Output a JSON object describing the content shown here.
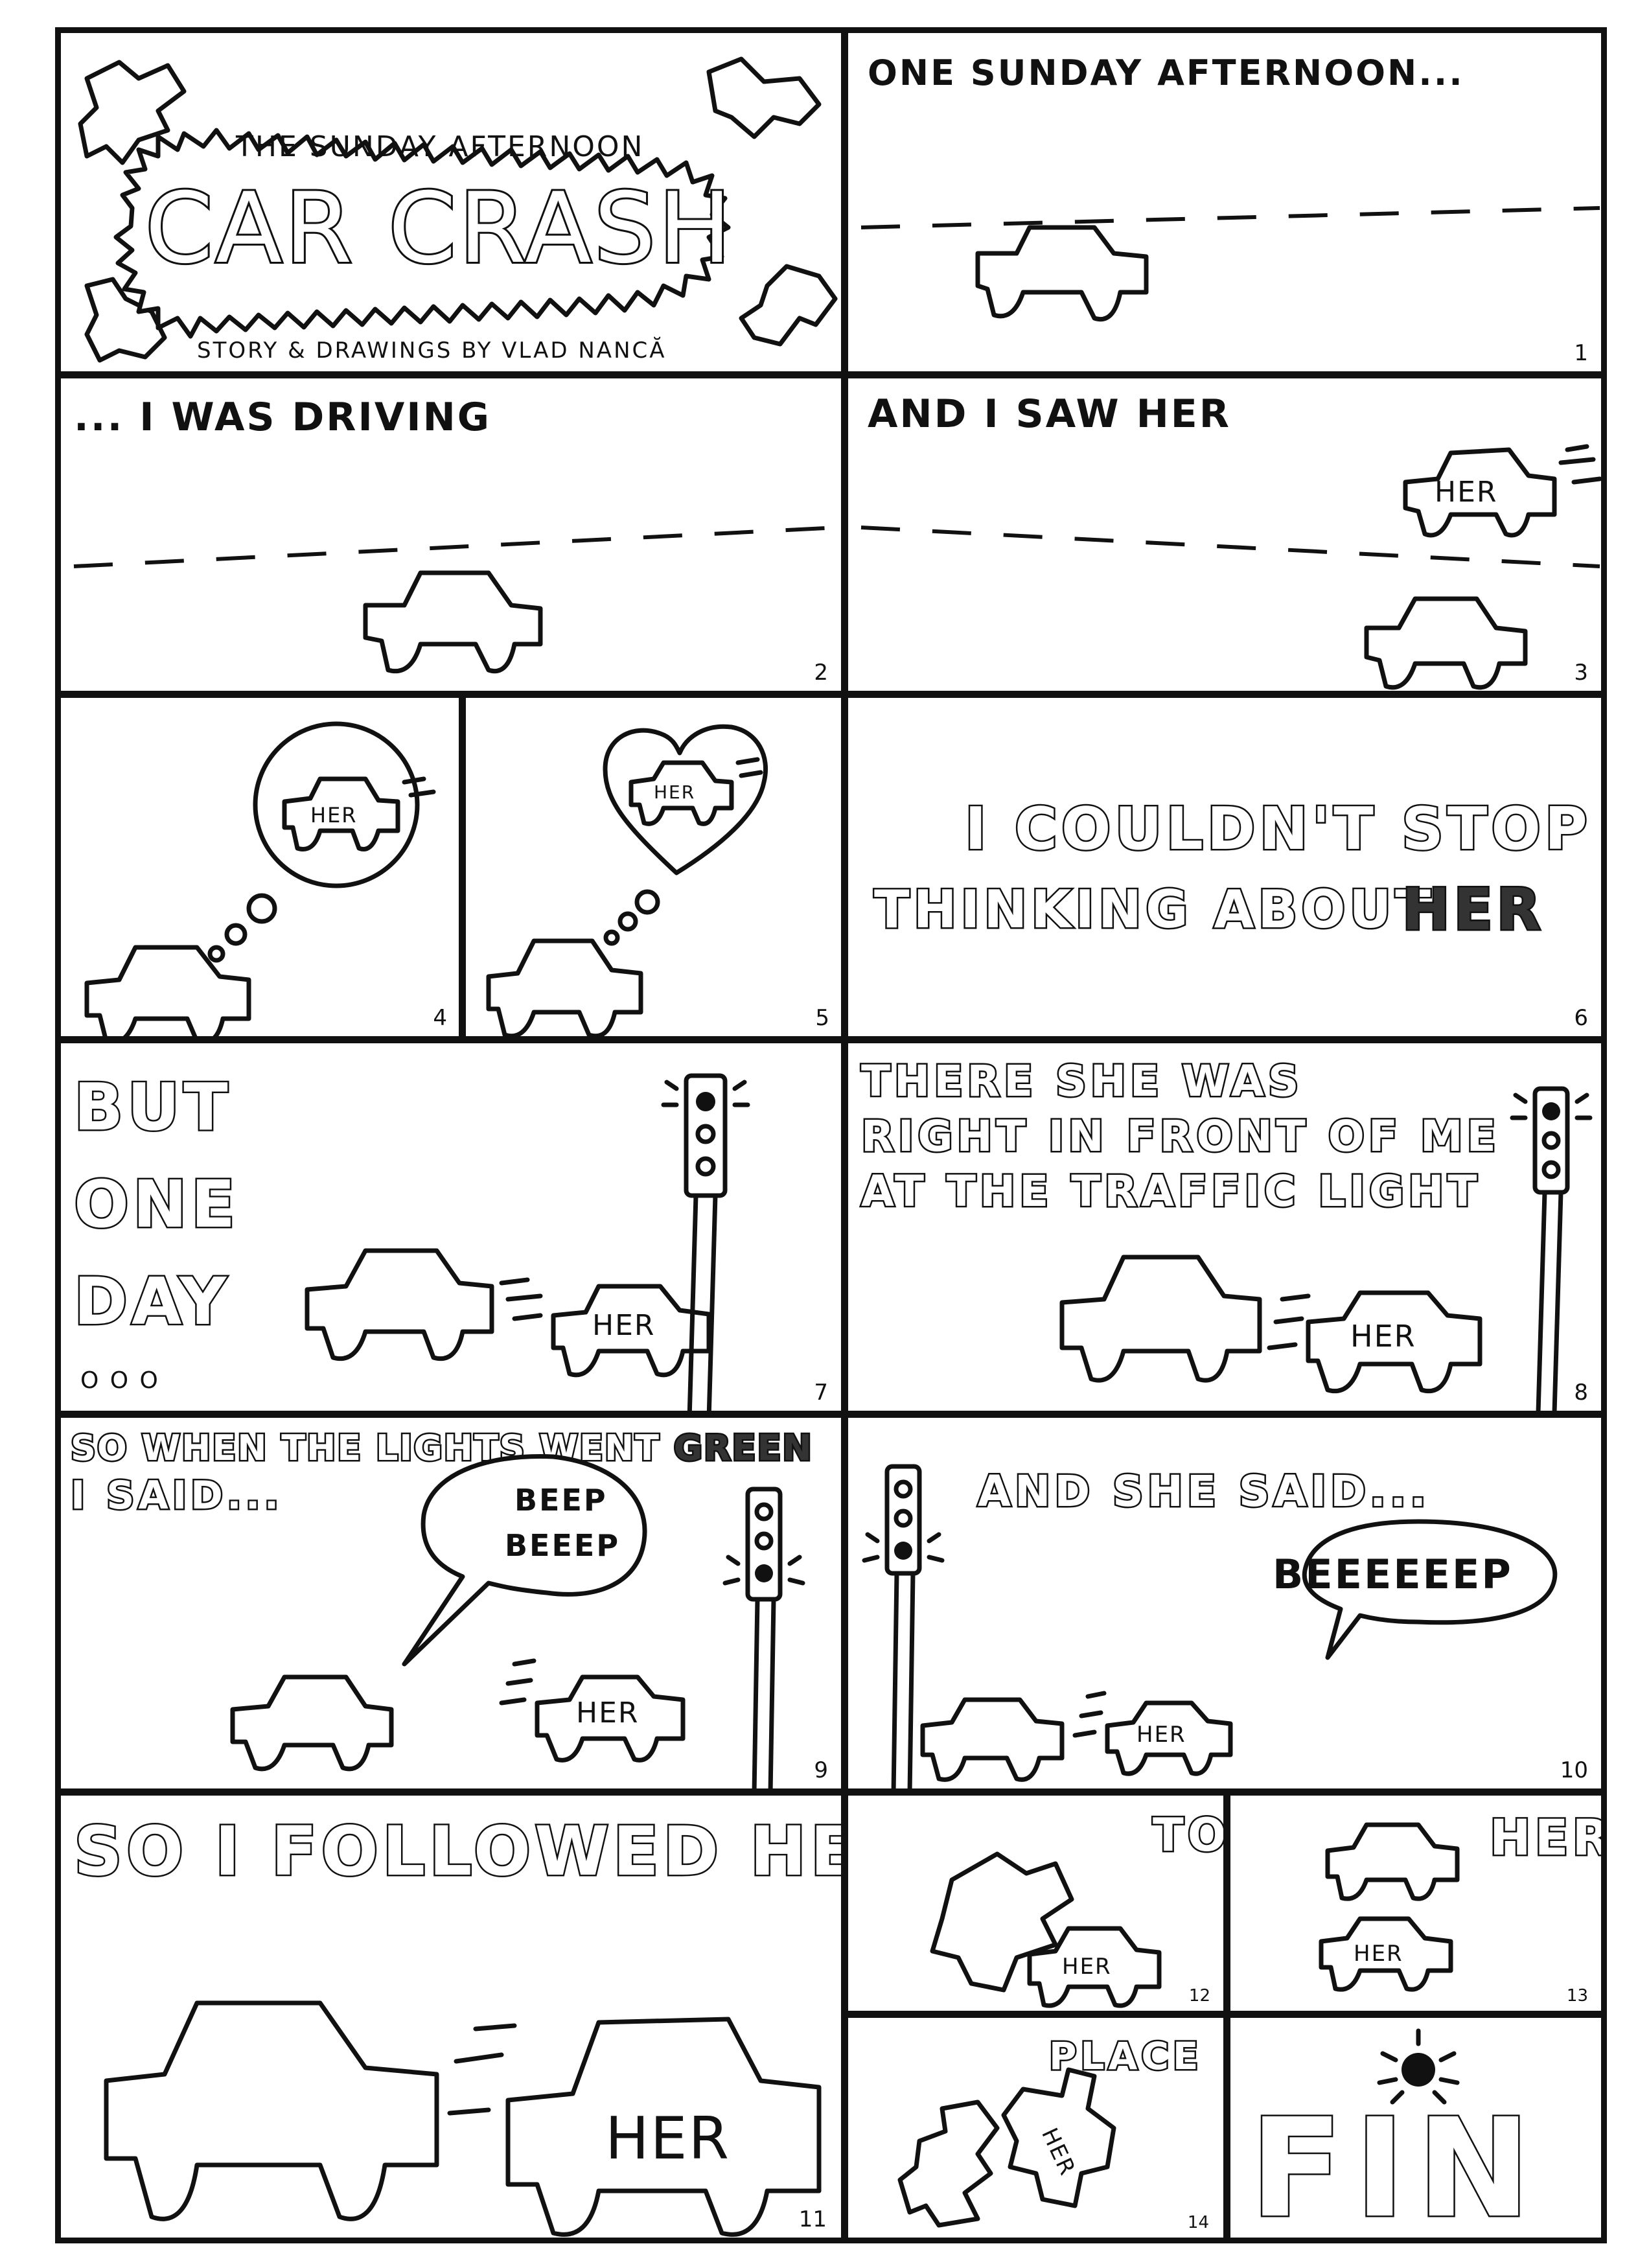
{
  "title": {
    "top_line": "THE SUNDAY AFTERNOON",
    "main": "CAR CRASH",
    "credit": "STORY & DRAWINGS BY VLAD NANCĂ"
  },
  "panels": {
    "p1": {
      "caption": "ONE SUNDAY AFTERNOON...",
      "number": "1"
    },
    "p2": {
      "caption": "... I WAS DRIVING",
      "number": "2"
    },
    "p3": {
      "caption": "AND I SAW HER",
      "number": "3",
      "car_label": "HER"
    },
    "p4": {
      "number": "4",
      "car_label": "HER"
    },
    "p5": {
      "number": "5",
      "car_label": "HER"
    },
    "p6": {
      "line1": "I COULDN'T STOP",
      "line2": "THINKING ABOUT",
      "emph": "HER",
      "number": "6"
    },
    "p7": {
      "line1": "BUT",
      "line2": "ONE",
      "line3": "DAY",
      "dots": "o o o",
      "number": "7",
      "car_label": "HER"
    },
    "p8": {
      "line1": "THERE SHE WAS",
      "line2": "RIGHT IN FRONT OF ME",
      "line3": "AT THE TRAFFIC LIGHT",
      "number": "8",
      "car_label": "HER"
    },
    "p9": {
      "line1a": "SO WHEN THE LIGHTS WENT ",
      "line1b": "GREEN",
      "line2": "I SAID...",
      "bubble1": "BEEP",
      "bubble2": "BEEEP",
      "number": "9",
      "car_label": "HER"
    },
    "p10": {
      "caption": "AND SHE SAID...",
      "bubble": "BEEEEEEP",
      "number": "10",
      "car_label": "HER"
    },
    "p11": {
      "caption": "SO I FOLLOWED HER",
      "number": "11",
      "car_label": "HER"
    },
    "p12": {
      "caption": "TO",
      "number": "12",
      "car_label": "HER"
    },
    "p13": {
      "caption": "HER",
      "number": "13",
      "car_label": "HER"
    },
    "p14": {
      "caption": "PLACE",
      "number": "14",
      "car_label": "HER"
    },
    "p15": {
      "caption": "FIN"
    }
  }
}
